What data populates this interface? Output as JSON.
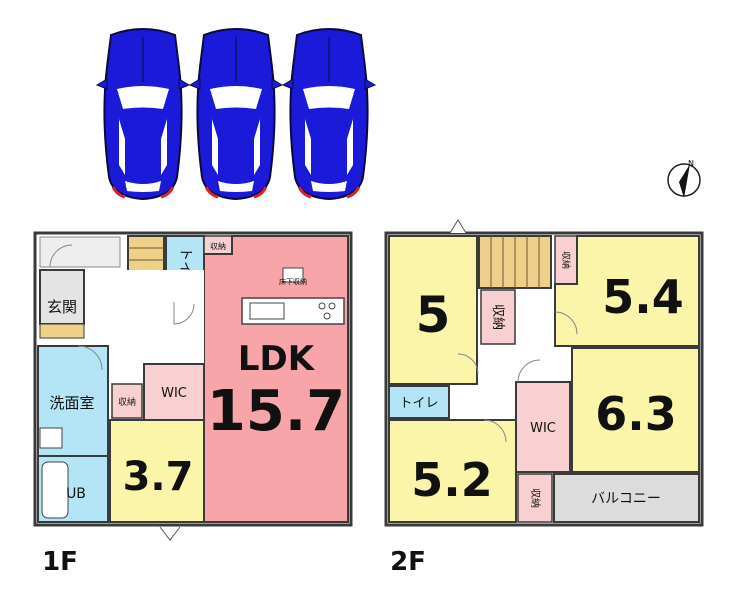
{
  "floors": {
    "first": {
      "floor_label": "1F",
      "rooms": {
        "entrance": "玄関",
        "washroom": "洗面室",
        "bath": "UB",
        "storage_small": "収納",
        "wic": "WIC",
        "toilet": "トイレ",
        "storage_top": "収納",
        "underfloor_storage": "床下収納",
        "ldk_label": "LDK",
        "ldk_size": "15.7",
        "room_small_size": "3.7"
      }
    },
    "second": {
      "floor_label": "2F",
      "rooms": {
        "room_nw_size": "5",
        "storage_mid": "収納",
        "storage_ne": "収納",
        "room_ne_size": "5.4",
        "toilet": "トイレ",
        "wic": "WIC",
        "room_e_size": "6.3",
        "room_sw_size": "5.2",
        "storage_s": "収納",
        "balcony": "バルコニー"
      }
    }
  },
  "compass": {
    "north_label": "N"
  },
  "parking": {
    "car_count": 3
  },
  "colors": {
    "ldk": "#f7a5a8",
    "room": "#fbf5a9",
    "wet": "#b4e5f6",
    "storage": "#f8d0d2",
    "hall": "#ffffff",
    "balcony": "#dcdcdc",
    "stair": "#efd089",
    "car": "#1a1ad8",
    "wall": "#3a3a3a"
  }
}
